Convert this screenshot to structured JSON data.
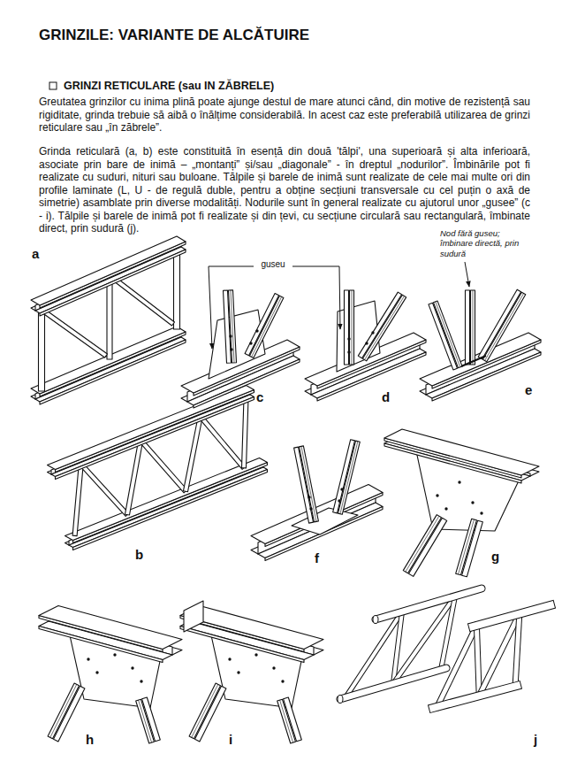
{
  "diagram": {
    "title": "GRINZILE: VARIANTE DE ALCĂTUIRE",
    "labels": [
      "GRINZI RETICULARE (sau IN ZĂBRELE)",
      "Greutatea grinzilor cu inima plină poate ajunge destul de mare atunci când, din motive de rezistență sau rigiditate, grinda trebuie să aibă o înălțime considerabilă. In acest caz este preferabilă utilizarea de grinzi reticulare sau „în zăbrele”.",
      "Grinda reticulară (a, b) este constituită în esență din două 'tălpi', una superioară și alta inferioară, asociate prin bare de inimă – „montanți” și/sau „diagonale” - în dreptul „nodurilor”. Îmbinările pot fi realizate cu suduri, nituri sau buloane. Tălpile și barele de inimă sunt realizate de cele mai multe ori din profile laminate (L, U - de regulă duble, pentru a obține secțiuni transversale cu cel puțin o axă de simetrie) asamblate prin diverse modalități. Nodurile sunt în general realizate cu ajutorul unor „gusee” (c - i). Tălpile și barele de inimă pot fi realizate și din țevi, cu secțiune circulară sau rectangulară, îmbinate direct, prin sudură (j).",
      "a",
      "guseu",
      "Nod fără guseu; îmbinare directă, prin sudură",
      "c",
      "d",
      "e",
      "b",
      "f",
      "g",
      "h",
      "i",
      "j"
    ]
  }
}
